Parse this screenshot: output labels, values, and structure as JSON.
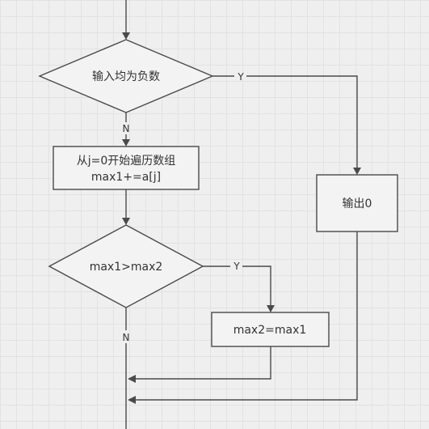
{
  "nodes": {
    "decision_all_negative": "输入均为负数",
    "process_loop": [
      "从j=0开始遍历数组",
      "max1+=a[j]"
    ],
    "process_output0": "输出0",
    "decision_compare": "max1>max2",
    "process_assign": "max2=max1"
  },
  "edge_labels": {
    "all_negative_yes": "Y",
    "all_negative_no": "N",
    "compare_yes": "Y",
    "compare_no": "N"
  },
  "colors": {
    "line": "#4a4a4a",
    "fill": "#f3f3f3",
    "text": "#333333",
    "background": "#efefef"
  }
}
